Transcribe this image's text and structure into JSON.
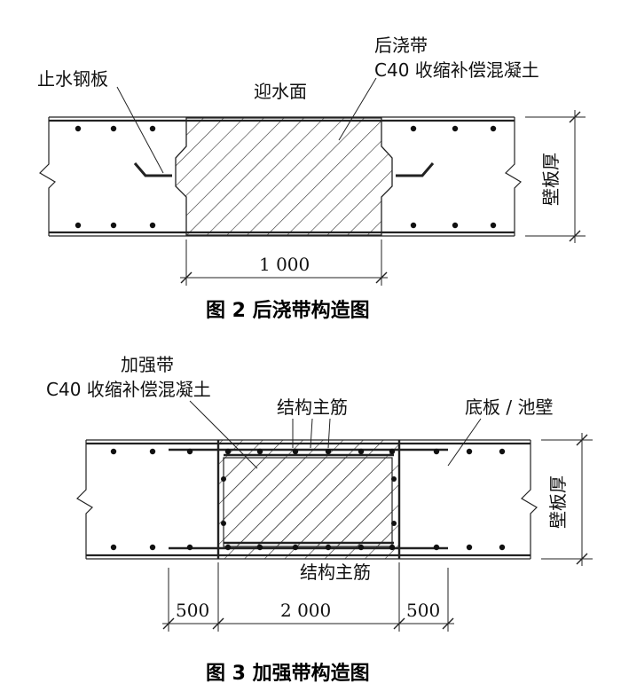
{
  "figure2": {
    "caption": "图 2  后浇带构造图",
    "label_waterstop": "止水钢板",
    "label_water_face": "迎水面",
    "label_post_pour_strip": "后浇带",
    "label_concrete": "C40 收缩补偿混凝土",
    "label_wall_thickness": "壁板厚",
    "dim_strip_width": "1 000"
  },
  "figure3": {
    "caption": "图 3  加强带构造图",
    "label_reinforced_strip": "加强带",
    "label_concrete": "C40 收缩补偿混凝土",
    "label_main_rebar_top": "结构主筋",
    "label_main_rebar_bottom": "结构主筋",
    "label_slab_wall": "底板 / 池壁",
    "label_wall_thickness": "壁板厚",
    "dim_left": "500",
    "dim_center": "2 000",
    "dim_right": "500"
  }
}
